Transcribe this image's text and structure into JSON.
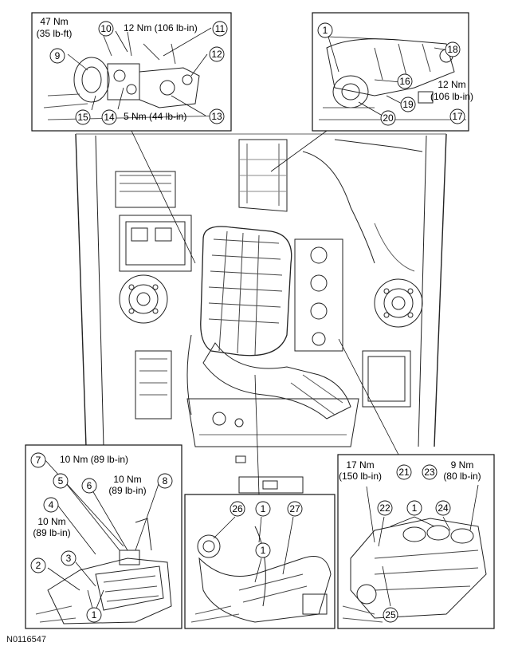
{
  "figure_id": "N0116547",
  "callouts": {
    "top_left": {
      "torque_a_line1": "47 Nm",
      "torque_a_line2": "(35 lb-ft)",
      "torque_b": "12 Nm (106 lb-in)",
      "torque_c": "5 Nm (44 lb-in)",
      "n9": "9",
      "n10": "10",
      "n11": "11",
      "n12": "12",
      "n13": "13",
      "n14": "14",
      "n15": "15"
    },
    "top_right": {
      "torque_line1": "12 Nm",
      "torque_line2": "(106 lb-in)",
      "n1": "1",
      "n16": "16",
      "n17": "17",
      "n18": "18",
      "n19": "19",
      "n20": "20"
    },
    "bottom_left": {
      "torque_a": "10 Nm (89 lb-in)",
      "torque_b_line1": "10 Nm",
      "torque_b_line2": "(89 lb-in)",
      "torque_c_line1": "10 Nm",
      "torque_c_line2": "(89 lb-in)",
      "n1": "1",
      "n2": "2",
      "n3": "3",
      "n4": "4",
      "n5": "5",
      "n6": "6",
      "n7": "7",
      "n8": "8"
    },
    "bottom_middle": {
      "n26": "26",
      "n1a": "1",
      "n27": "27",
      "n1b": "1"
    },
    "bottom_right": {
      "torque_a_line1": "17 Nm",
      "torque_a_line2": "(150 lb-in)",
      "torque_b_line1": "9 Nm",
      "torque_b_line2": "(80 lb-in)",
      "n21": "21",
      "n23": "23",
      "n22": "22",
      "n1": "1",
      "n24": "24",
      "n25": "25"
    }
  }
}
